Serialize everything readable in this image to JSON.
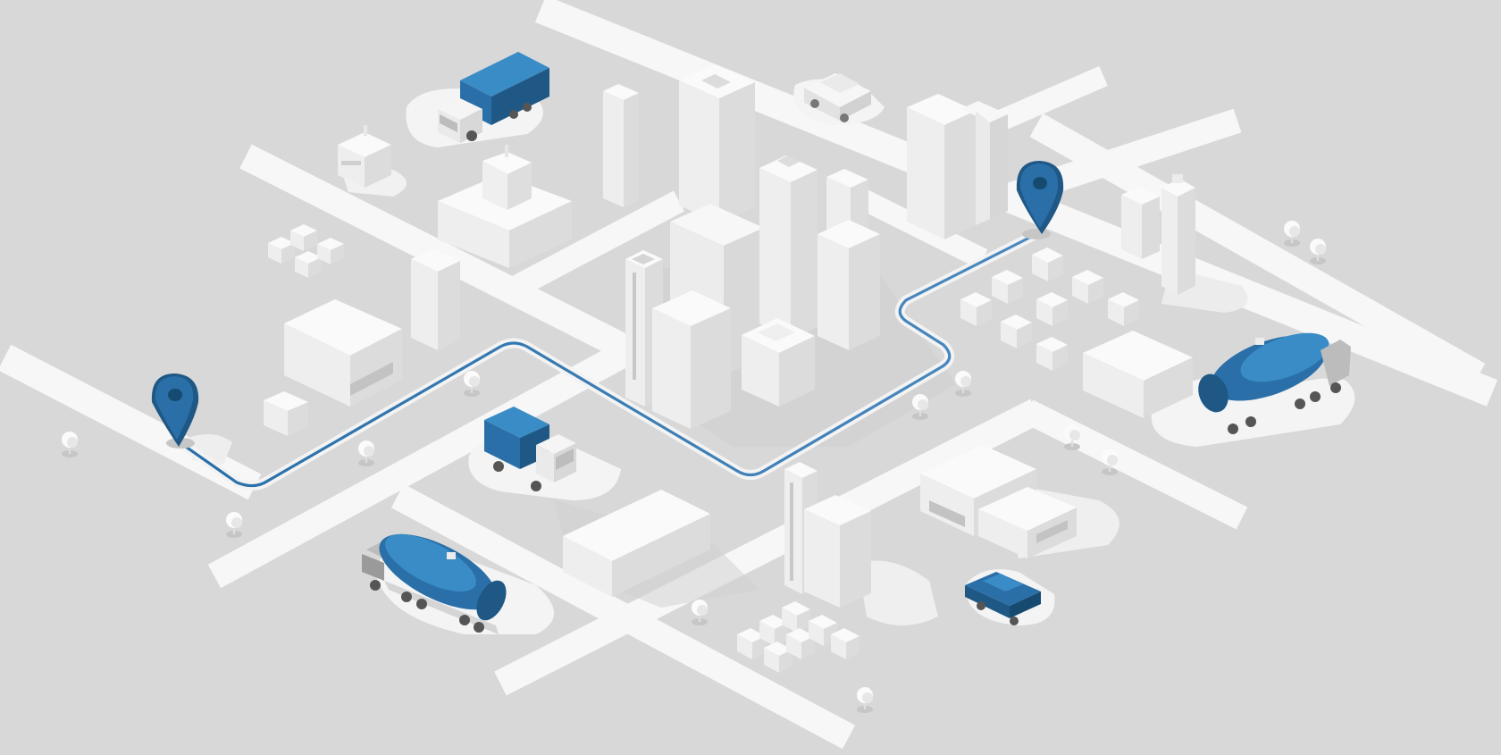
{
  "colors": {
    "background": "#d8d8d8",
    "road": "#f7f7f7",
    "building_top": "#fafafa",
    "building_left": "#eeeeee",
    "building_right": "#dcdcdc",
    "window": "#bdbdbd",
    "shadow": "#c4c4c4",
    "pad": "#f4f4f4",
    "accent_blue": "#2a6fa8",
    "accent_blue_light": "#3a8cc6",
    "accent_blue_dark": "#1f5885",
    "route": "#3a78b0",
    "vehicle_body": "#e6e6e6",
    "tire": "#555555"
  },
  "icons": {
    "pin": "map-pin-icon",
    "tree": "tree-icon",
    "truck": "box-truck-icon",
    "tanker": "tanker-truck-icon",
    "car": "car-icon"
  },
  "illustration": {
    "type": "isometric-city-logistics",
    "route_points": 2,
    "tanker_trucks": 2,
    "box_trucks": 2,
    "cars": 2
  }
}
